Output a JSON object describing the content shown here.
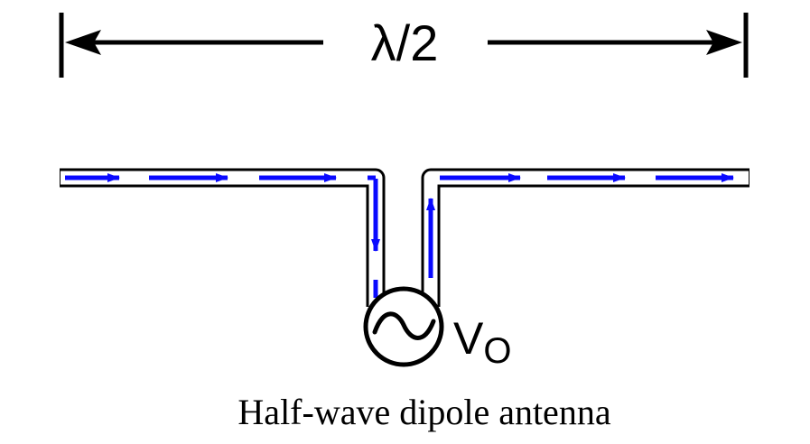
{
  "diagram": {
    "length_label": "λ/2",
    "source_label_main": "V",
    "source_label_sub": "O",
    "caption": "Half-wave dipole antenna"
  },
  "colors": {
    "current": "#0a0aff",
    "line": "#000000",
    "background": "#ffffff"
  },
  "icons": {
    "source": "ac-voltage-source-icon"
  }
}
